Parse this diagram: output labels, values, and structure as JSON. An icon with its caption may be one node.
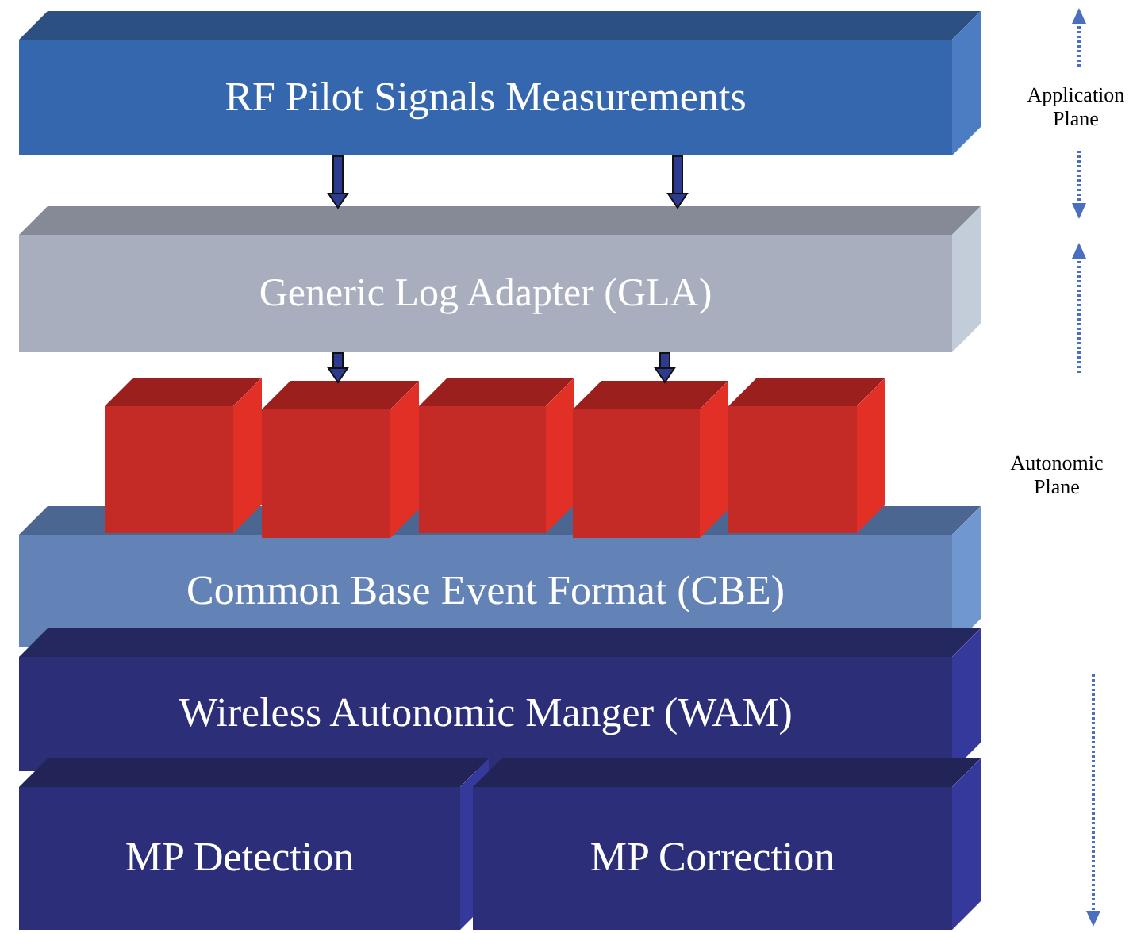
{
  "diagram": {
    "nodes": [
      {
        "text": [
          "RF Pilot Signals Measurements"
        ]
      },
      {
        "text": [
          "Generic Log Adapter (GLA)"
        ]
      },
      {
        "text": [],
        "shape": "box"
      },
      {
        "text": [],
        "shape": "box"
      },
      {
        "text": [],
        "shape": "box"
      },
      {
        "text": [],
        "shape": "box"
      },
      {
        "text": [],
        "shape": "box"
      },
      {
        "text": [
          "Common Base Event Format (CBE)"
        ]
      },
      {
        "text": [
          "Wireless Autonomic Manger (WAM)"
        ]
      },
      {
        "text": [
          "MP Detection"
        ]
      },
      {
        "text": [
          "MP Correction"
        ]
      }
    ],
    "edges": [
      {
        "from": 0,
        "to": 1,
        "arrow": "to"
      },
      {
        "from": 0,
        "to": 1,
        "arrow": "to"
      },
      {
        "from": 1,
        "to": 3,
        "arrow": "to"
      },
      {
        "from": 1,
        "to": 5,
        "arrow": "to"
      }
    ],
    "labels": [
      "Application Plane",
      "Autonomic Plane"
    ]
  }
}
